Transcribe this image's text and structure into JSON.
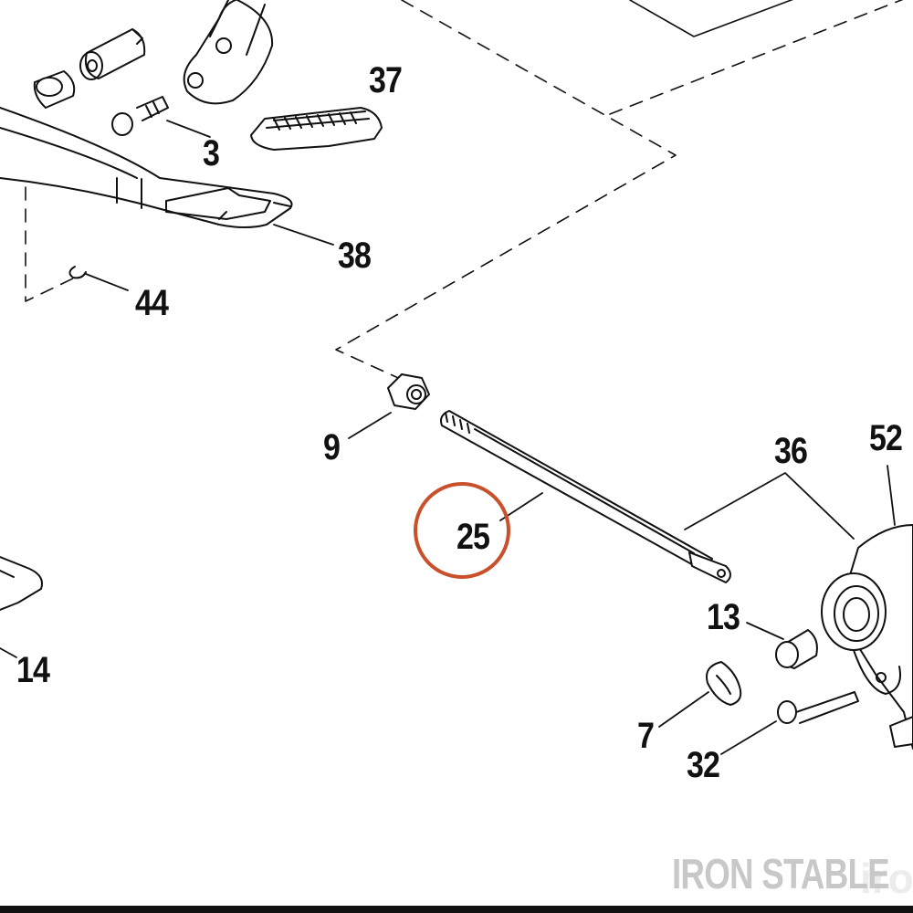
{
  "labels": {
    "l37": "37",
    "l3": "3",
    "l38": "38",
    "l44": "44",
    "l9": "9",
    "l25": "25",
    "l36": "36",
    "l52": "52",
    "l13": "13",
    "l7": "7",
    "l32": "32",
    "l14": "14"
  },
  "highlight": {
    "label": "25",
    "color": "#c8502a"
  },
  "watermark": {
    "text": "IRON STABLE",
    "ghost": "iro"
  },
  "colors": {
    "line": "#111111",
    "background": "#ffffff"
  }
}
